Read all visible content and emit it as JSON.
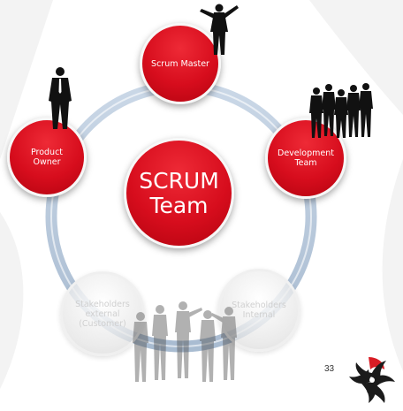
{
  "diagram": {
    "center": "SCRUM\nTeam",
    "roles": {
      "scrum_master": "Scrum Master",
      "product_owner": "Product\nOwner",
      "development_team": "Development\nTeam",
      "stakeholders_external": "Stakeholders\nexternal\n(Customer)",
      "stakeholders_internal": "Stakeholders\nInternal"
    }
  },
  "footer": {
    "page_number": "33"
  },
  "colors": {
    "red": "#d70d1d",
    "ring": "#b7c8dc",
    "logo_red": "#d81c24",
    "logo_dark": "#1b1b1b"
  }
}
